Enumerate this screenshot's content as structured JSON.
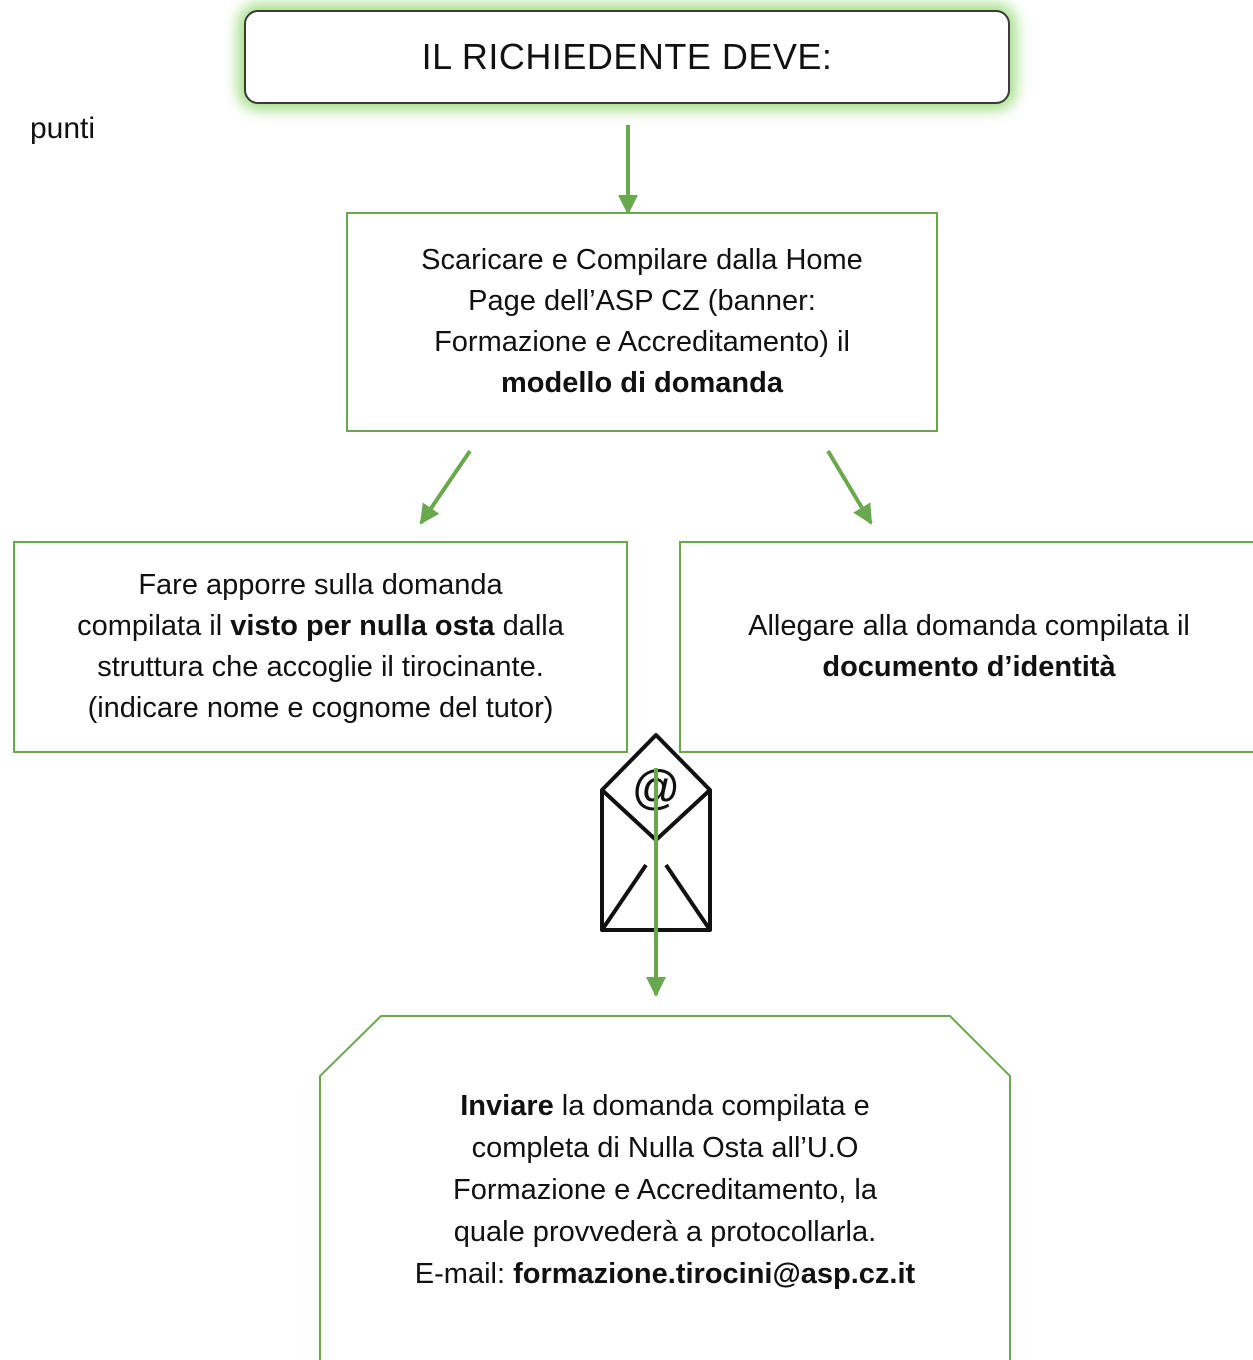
{
  "side_text": "punti",
  "header": {
    "title": "IL RICHIEDENTE DEVE:"
  },
  "step1": {
    "line1": "Scaricare e Compilare dalla Home",
    "line2": "Page dell’ASP CZ (banner:",
    "line3": "Formazione e Accreditamento) il",
    "bold": "modello di domanda"
  },
  "step2_left": {
    "line1": "Fare apporre sulla domanda",
    "line2_pre": "compilata il ",
    "bold": "visto per nulla osta",
    "line2_post": " dalla",
    "line3": "struttura che accoglie il tirocinante.",
    "line4": "(indicare nome e cognome del tutor)"
  },
  "step2_right": {
    "line1": "Allegare alla domanda compilata il",
    "bold": "documento d’identità"
  },
  "email_icon": {
    "symbol": "@"
  },
  "final": {
    "bold_lead": "Inviare",
    "line1_rest": " la domanda compilata e",
    "line2": "completa di Nulla Osta all’U.O",
    "line3": "Formazione e Accreditamento, la",
    "line4": "quale provvederà a protocollarla.",
    "email_label": "E-mail: ",
    "email": "formazione.tirocini@asp.cz.it"
  },
  "colors": {
    "accent": "#6aa84f",
    "glow": "#82d25a",
    "border": "#3a3a3a"
  }
}
